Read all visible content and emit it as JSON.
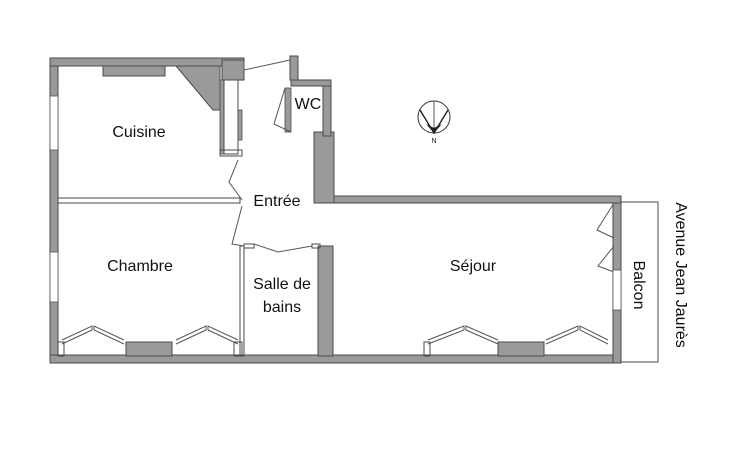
{
  "rooms": {
    "cuisine": "Cuisine",
    "wc": "WC",
    "entree": "Entrée",
    "chambre": "Chambre",
    "salle_de_bains_line1": "Salle de",
    "salle_de_bains_line2": "bains",
    "sejour": "Séjour",
    "balcon": "Balcon"
  },
  "street": "Avenue Jean Jaurès",
  "compass": {
    "north": "N"
  },
  "colors": {
    "wall_fill": "#9a9a9a",
    "wall_stroke": "#4a4a4a"
  }
}
